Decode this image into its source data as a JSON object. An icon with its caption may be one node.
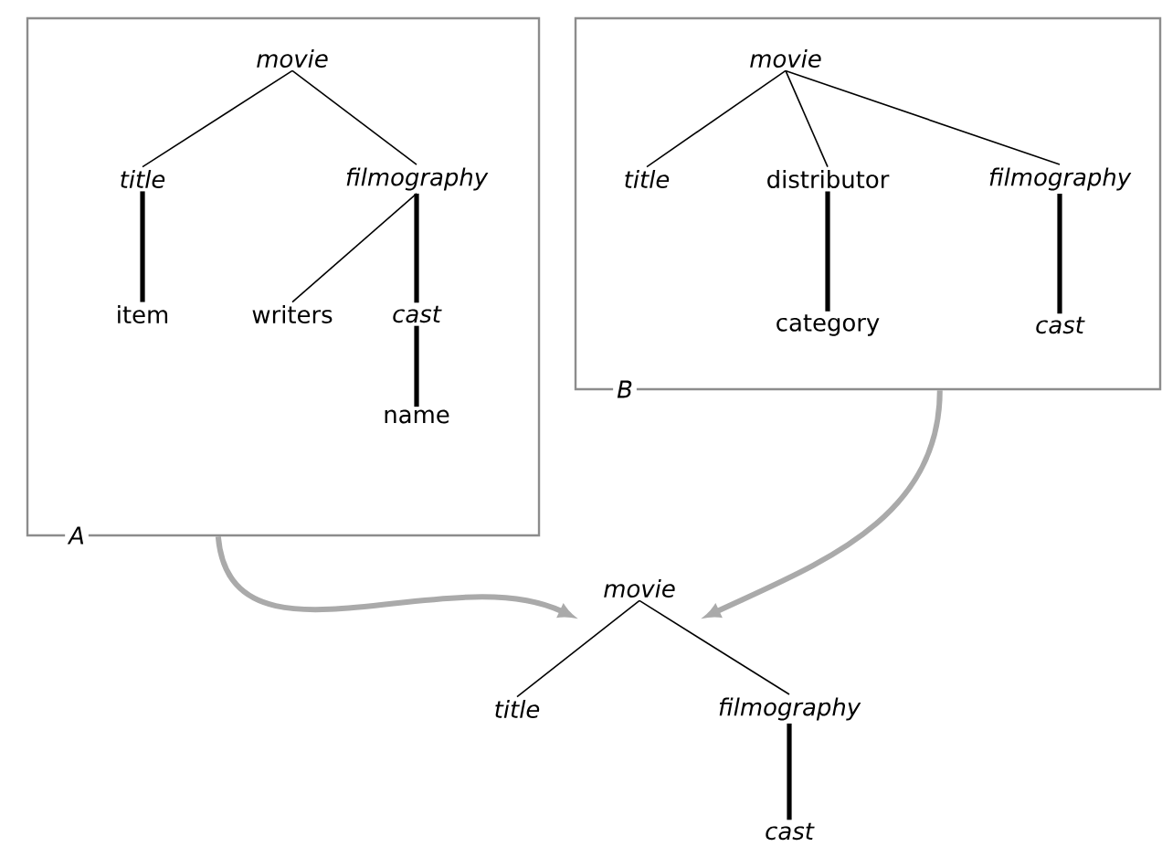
{
  "diagram": {
    "nodes": [
      {
        "text": [
          "A"
        ]
      },
      {
        "text": [
          "movie"
        ],
        "in": 0
      },
      {
        "text": [
          "title"
        ],
        "in": 0
      },
      {
        "text": [
          "filmography"
        ],
        "in": 0
      },
      {
        "text": [
          "item"
        ],
        "in": 0
      },
      {
        "text": [
          "writers"
        ],
        "in": 0
      },
      {
        "text": [
          "cast"
        ],
        "in": 0
      },
      {
        "text": [
          "name"
        ],
        "in": 0
      },
      {
        "text": [
          "B"
        ]
      },
      {
        "text": [
          "movie"
        ],
        "in": 8
      },
      {
        "text": [
          "title"
        ],
        "in": 8
      },
      {
        "text": [
          "distributor"
        ],
        "in": 8
      },
      {
        "text": [
          "filmography"
        ],
        "in": 8
      },
      {
        "text": [
          "category"
        ],
        "in": 8
      },
      {
        "text": [
          "cast"
        ],
        "in": 8
      },
      {
        "text": [
          "movie"
        ]
      },
      {
        "text": [
          "title"
        ]
      },
      {
        "text": [
          "filmography"
        ]
      },
      {
        "text": [
          "cast"
        ]
      }
    ],
    "edges": [
      {
        "from": 1,
        "to": 2,
        "arrow": "none"
      },
      {
        "from": 1,
        "to": 3,
        "arrow": "none"
      },
      {
        "from": 2,
        "to": 4,
        "arrow": "none",
        "style": "thick"
      },
      {
        "from": 3,
        "to": 5,
        "arrow": "none"
      },
      {
        "from": 3,
        "to": 6,
        "arrow": "none",
        "style": "thick"
      },
      {
        "from": 6,
        "to": 7,
        "arrow": "none",
        "style": "thick"
      },
      {
        "from": 9,
        "to": 10,
        "arrow": "none"
      },
      {
        "from": 9,
        "to": 11,
        "arrow": "none"
      },
      {
        "from": 9,
        "to": 12,
        "arrow": "none"
      },
      {
        "from": 11,
        "to": 13,
        "arrow": "none",
        "style": "thick"
      },
      {
        "from": 12,
        "to": 14,
        "arrow": "none",
        "style": "thick"
      },
      {
        "from": 15,
        "to": 16,
        "arrow": "none"
      },
      {
        "from": 15,
        "to": 17,
        "arrow": "none"
      },
      {
        "from": 17,
        "to": 18,
        "arrow": "none",
        "style": "thick"
      },
      {
        "from": 0,
        "to": 15,
        "arrow": "to",
        "style": "thick",
        "color": "#aaaaaa"
      },
      {
        "from": 8,
        "to": 15,
        "arrow": "to",
        "style": "thick",
        "color": "#aaaaaa"
      }
    ]
  }
}
